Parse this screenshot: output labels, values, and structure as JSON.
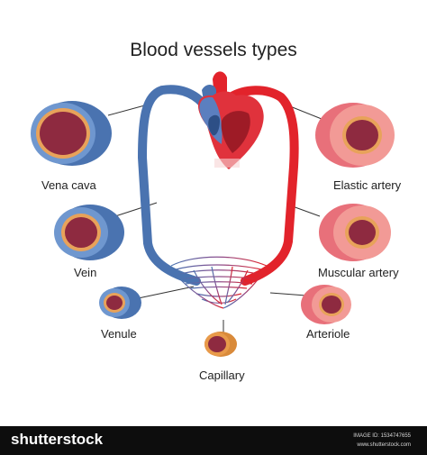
{
  "title": "Blood vessels types",
  "labels": {
    "vena_cava": "Vena cava",
    "vein": "Vein",
    "venule": "Venule",
    "capillary": "Capillary",
    "arteriole": "Arteriole",
    "muscular_artery": "Muscular artery",
    "elastic_artery": "Elastic artery"
  },
  "footer": {
    "brand": "shutterstock",
    "image_id": "IMAGE ID: 1534747655",
    "site": "www.shutterstock.com"
  },
  "colors": {
    "vein_blue": "#4a73b0",
    "artery_red": "#e2232b",
    "vessel_pink": "#f08a80",
    "lumen": "#8e2a40",
    "capillary_orange": "#e89a4a",
    "footer_bg": "#0d0d0d"
  }
}
